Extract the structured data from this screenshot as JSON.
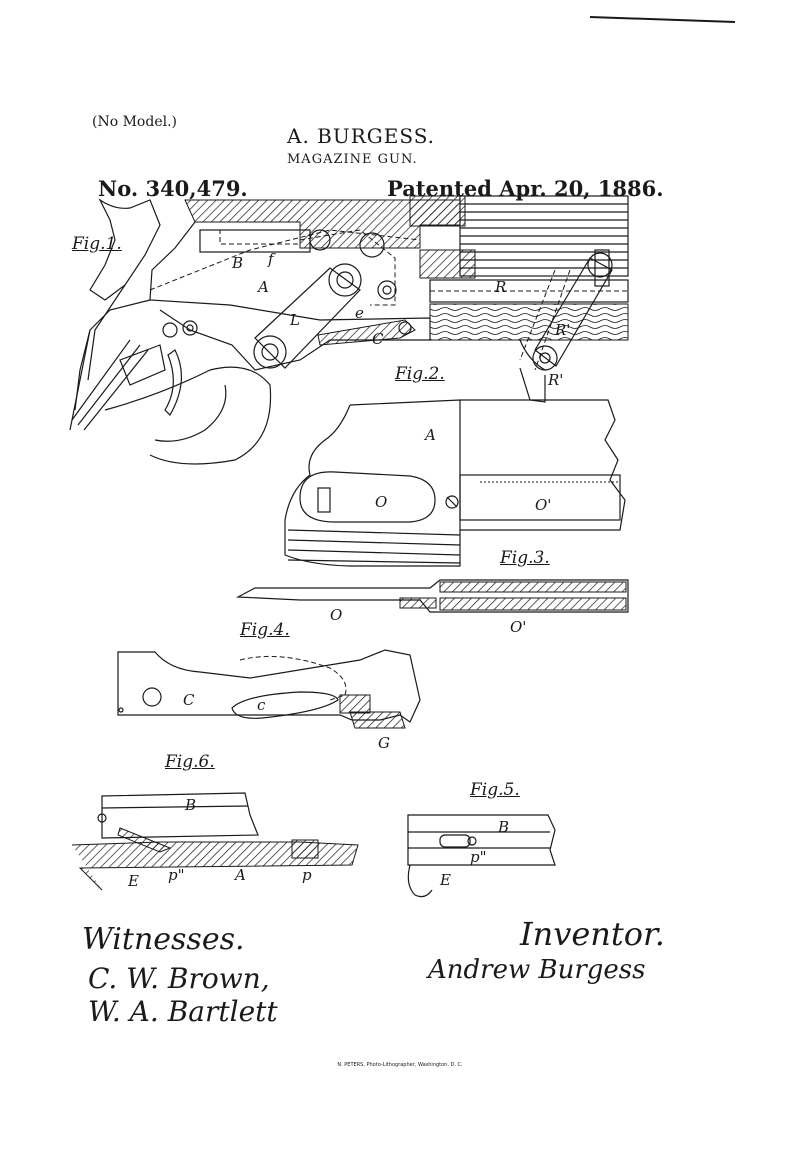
{
  "header": {
    "model_note": "(No Model.)",
    "inventor": "A. BURGESS.",
    "title": "MAGAZINE GUN.",
    "patent_number": "No. 340,479.",
    "patent_date": "Patented Apr. 20, 1886."
  },
  "figures": {
    "fig1": "Fig.1.",
    "fig2": "Fig.2.",
    "fig3": "Fig.3.",
    "fig4": "Fig.4.",
    "fig5": "Fig.5.",
    "fig6": "Fig.6."
  },
  "part_labels": {
    "A": "A",
    "B": "B",
    "C": "C",
    "E": "E",
    "G": "G",
    "L": "L",
    "O": "O",
    "O_prime": "O'",
    "R": "R",
    "R_prime": "R'",
    "c": "c",
    "e": "e",
    "f": "f",
    "p": "p",
    "p_double": "p\""
  },
  "signatures": {
    "witnesses_label": "Witnesses.",
    "witness_1": "C. W. Brown,",
    "witness_2": "W. A. Bartlett",
    "inventor_label": "Inventor.",
    "inventor_signature": "Andrew Burgess"
  },
  "footer": {
    "printer": "N. PETERS, Photo-Lithographer, Washington, D. C."
  }
}
